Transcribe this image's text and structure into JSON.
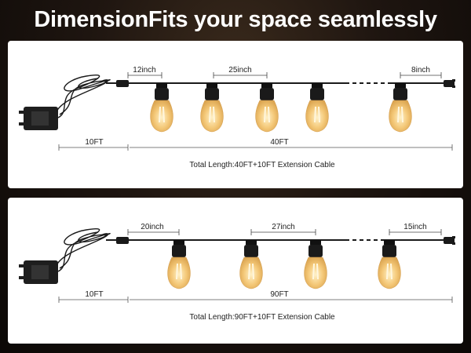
{
  "headline": "DimensionFits your space seamlessly",
  "colors": {
    "cable": "#1a1a1a",
    "bulb_glow": "#f3c778",
    "filament": "#fff3cf",
    "panel": "#ffffff"
  },
  "icons": [
    "power-adapter-icon",
    "bulb-icon",
    "connector-icon"
  ],
  "panels": [
    {
      "start_gap_label": "12inch",
      "spacing_label": "25inch",
      "end_gap_label": "8inch",
      "extension_label": "10FT",
      "string_length_label": "40FT",
      "total_label": "Total Length:40FT+10FT Extension Cable"
    },
    {
      "start_gap_label": "20inch",
      "spacing_label": "27inch",
      "end_gap_label": "15inch",
      "extension_label": "10FT",
      "string_length_label": "90FT",
      "total_label": "Total Length:90FT+10FT Extension Cable"
    }
  ]
}
